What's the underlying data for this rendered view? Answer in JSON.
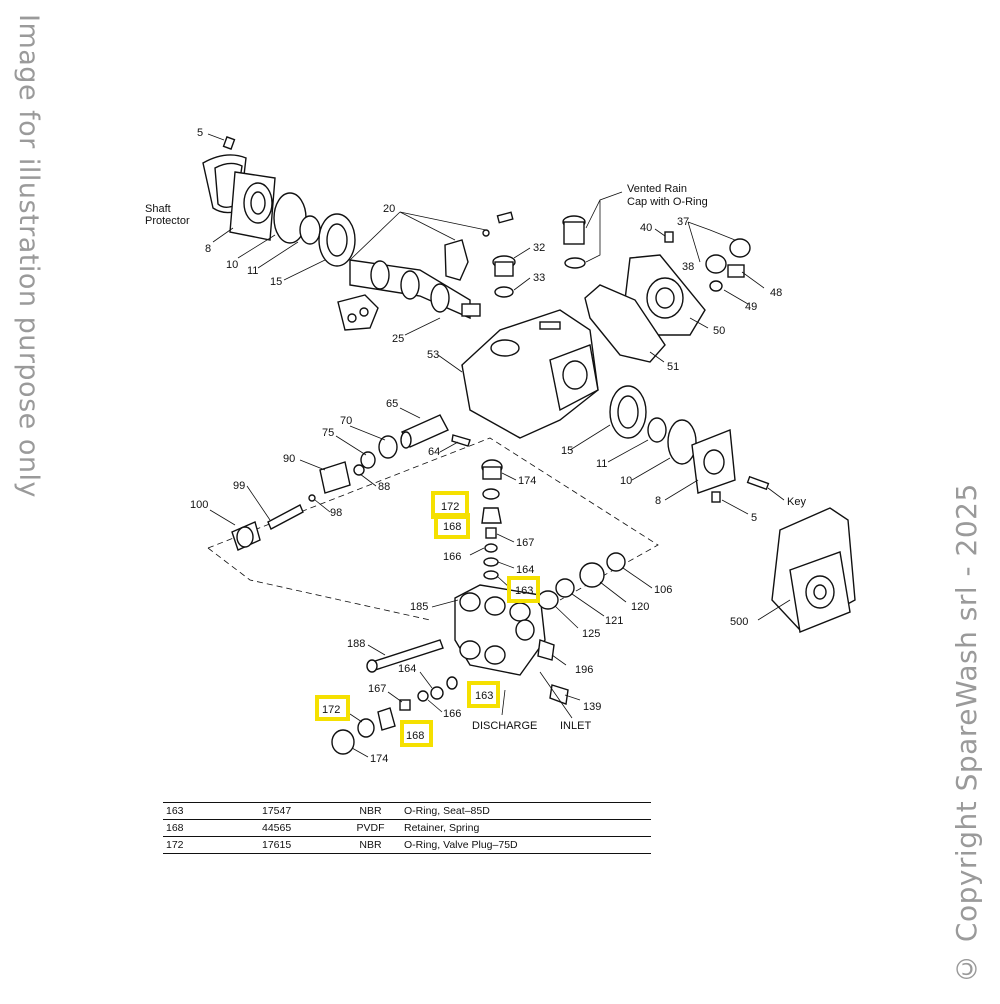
{
  "watermarks": {
    "left": "Image for illustration purpose only",
    "right": "© Copyright SpareWash srl - 2025"
  },
  "colors": {
    "highlight": "#f5e000",
    "line": "#111111",
    "watermark": "#9a9a9a"
  },
  "labels": {
    "l5a": "5",
    "lshaft1": "Shaft",
    "lshaft2": "Protector",
    "l8a": "8",
    "l10a": "10",
    "l11a": "11",
    "l15a": "15",
    "l20": "20",
    "l25": "25",
    "l32": "32",
    "l33": "33",
    "lvent1": "Vented Rain",
    "lvent2": "Cap with O-Ring",
    "l40": "40",
    "l37": "37",
    "l38": "38",
    "l48": "48",
    "l49": "49",
    "l50": "50",
    "l51": "51",
    "l53": "53",
    "l65": "65",
    "l70": "70",
    "l75": "75",
    "l64": "64",
    "l90": "90",
    "l88": "88",
    "l99": "99",
    "l98": "98",
    "l100": "100",
    "l15b": "15",
    "l11b": "11",
    "l10b": "10",
    "l8b": "8",
    "lkey": "Key",
    "l5b": "5",
    "l174a": "174",
    "l172a": "172",
    "l168a": "168",
    "l167a": "167",
    "l166a": "166",
    "l164a": "164",
    "l163a": "163",
    "l106": "106",
    "l120": "120",
    "l121": "121",
    "l125": "125",
    "l185": "185",
    "l500": "500",
    "l188": "188",
    "l196": "196",
    "l164b": "164",
    "l167b": "167",
    "l163b": "163",
    "l166b": "166",
    "l139": "139",
    "l172b": "172",
    "l168b": "168",
    "l174b": "174",
    "ldischarge": "DISCHARGE",
    "linlet": "INLET"
  },
  "parts_table": [
    {
      "ref": "163",
      "part_no": "17547",
      "material": "NBR",
      "description": "O-Ring, Seat–85D"
    },
    {
      "ref": "168",
      "part_no": "44565",
      "material": "PVDF",
      "description": "Retainer, Spring"
    },
    {
      "ref": "172",
      "part_no": "17615",
      "material": "NBR",
      "description": "O-Ring, Valve Plug–75D"
    }
  ]
}
